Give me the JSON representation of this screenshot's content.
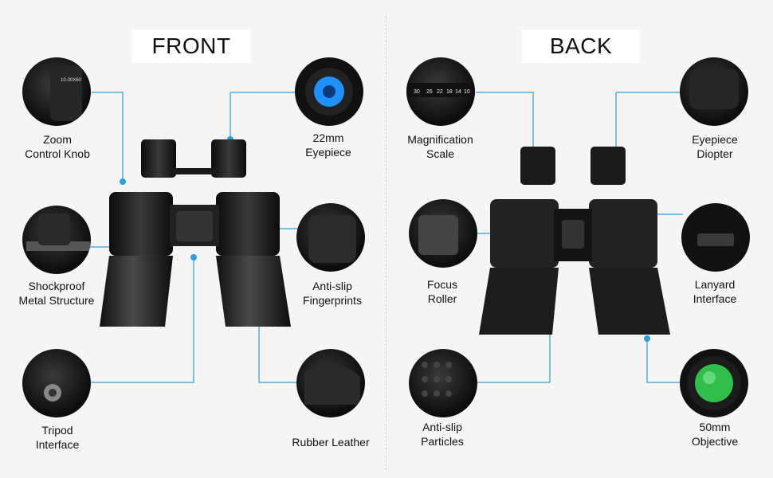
{
  "front": {
    "title": "FRONT",
    "labels": {
      "zoom": [
        "Zoom",
        "Control Knob"
      ],
      "eyepiece": [
        "22mm",
        "Eyepiece"
      ],
      "shockproof": [
        "Shockproof",
        "Metal Structure"
      ],
      "fingerprints": [
        "Anti-slip",
        "Fingerprints"
      ],
      "tripod": [
        "Tripod",
        "Interface"
      ],
      "rubber": [
        "Rubber Leather"
      ]
    },
    "zoom_scale_text": "10-30X60"
  },
  "back": {
    "title": "BACK",
    "labels": {
      "magnification": [
        "Magnification",
        "Scale"
      ],
      "diopter": [
        "Eyepiece",
        "Diopter"
      ],
      "focus": [
        "Focus",
        "Roller"
      ],
      "lanyard": [
        "Lanyard",
        "Interface"
      ],
      "particles": [
        "Anti-slip",
        "Particles"
      ],
      "objective": [
        "50mm",
        "Objective"
      ]
    },
    "scale_numbers": [
      "30",
      "26",
      "22",
      "18",
      "14",
      "10"
    ]
  },
  "colors": {
    "callout_line": "#2aa0e0",
    "background": "#f5f5f5",
    "lens_blue": "#1e90ff",
    "lens_green": "#2fbf4a"
  }
}
